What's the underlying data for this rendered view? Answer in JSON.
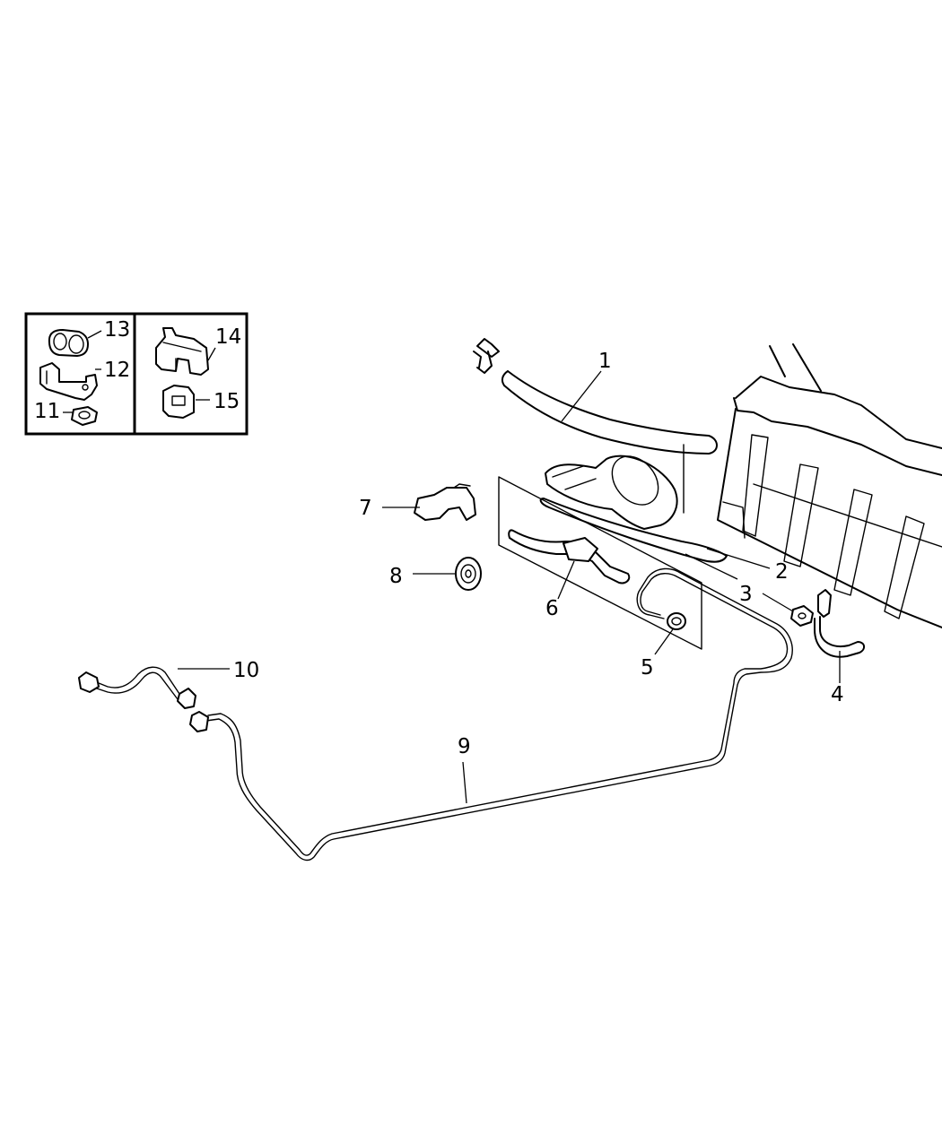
{
  "inset_left": {
    "callouts": [
      {
        "id": "13",
        "label": "13"
      },
      {
        "id": "12",
        "label": "12"
      },
      {
        "id": "11",
        "label": "11"
      }
    ]
  },
  "inset_right": {
    "callouts": [
      {
        "id": "14",
        "label": "14"
      },
      {
        "id": "15",
        "label": "15"
      }
    ]
  },
  "main": {
    "callouts": [
      {
        "id": "1",
        "label": "1"
      },
      {
        "id": "2",
        "label": "2"
      },
      {
        "id": "3",
        "label": "3"
      },
      {
        "id": "4",
        "label": "4"
      },
      {
        "id": "5",
        "label": "5"
      },
      {
        "id": "6",
        "label": "6"
      },
      {
        "id": "7",
        "label": "7"
      },
      {
        "id": "8",
        "label": "8"
      },
      {
        "id": "9",
        "label": "9"
      },
      {
        "id": "10",
        "label": "10"
      }
    ]
  }
}
